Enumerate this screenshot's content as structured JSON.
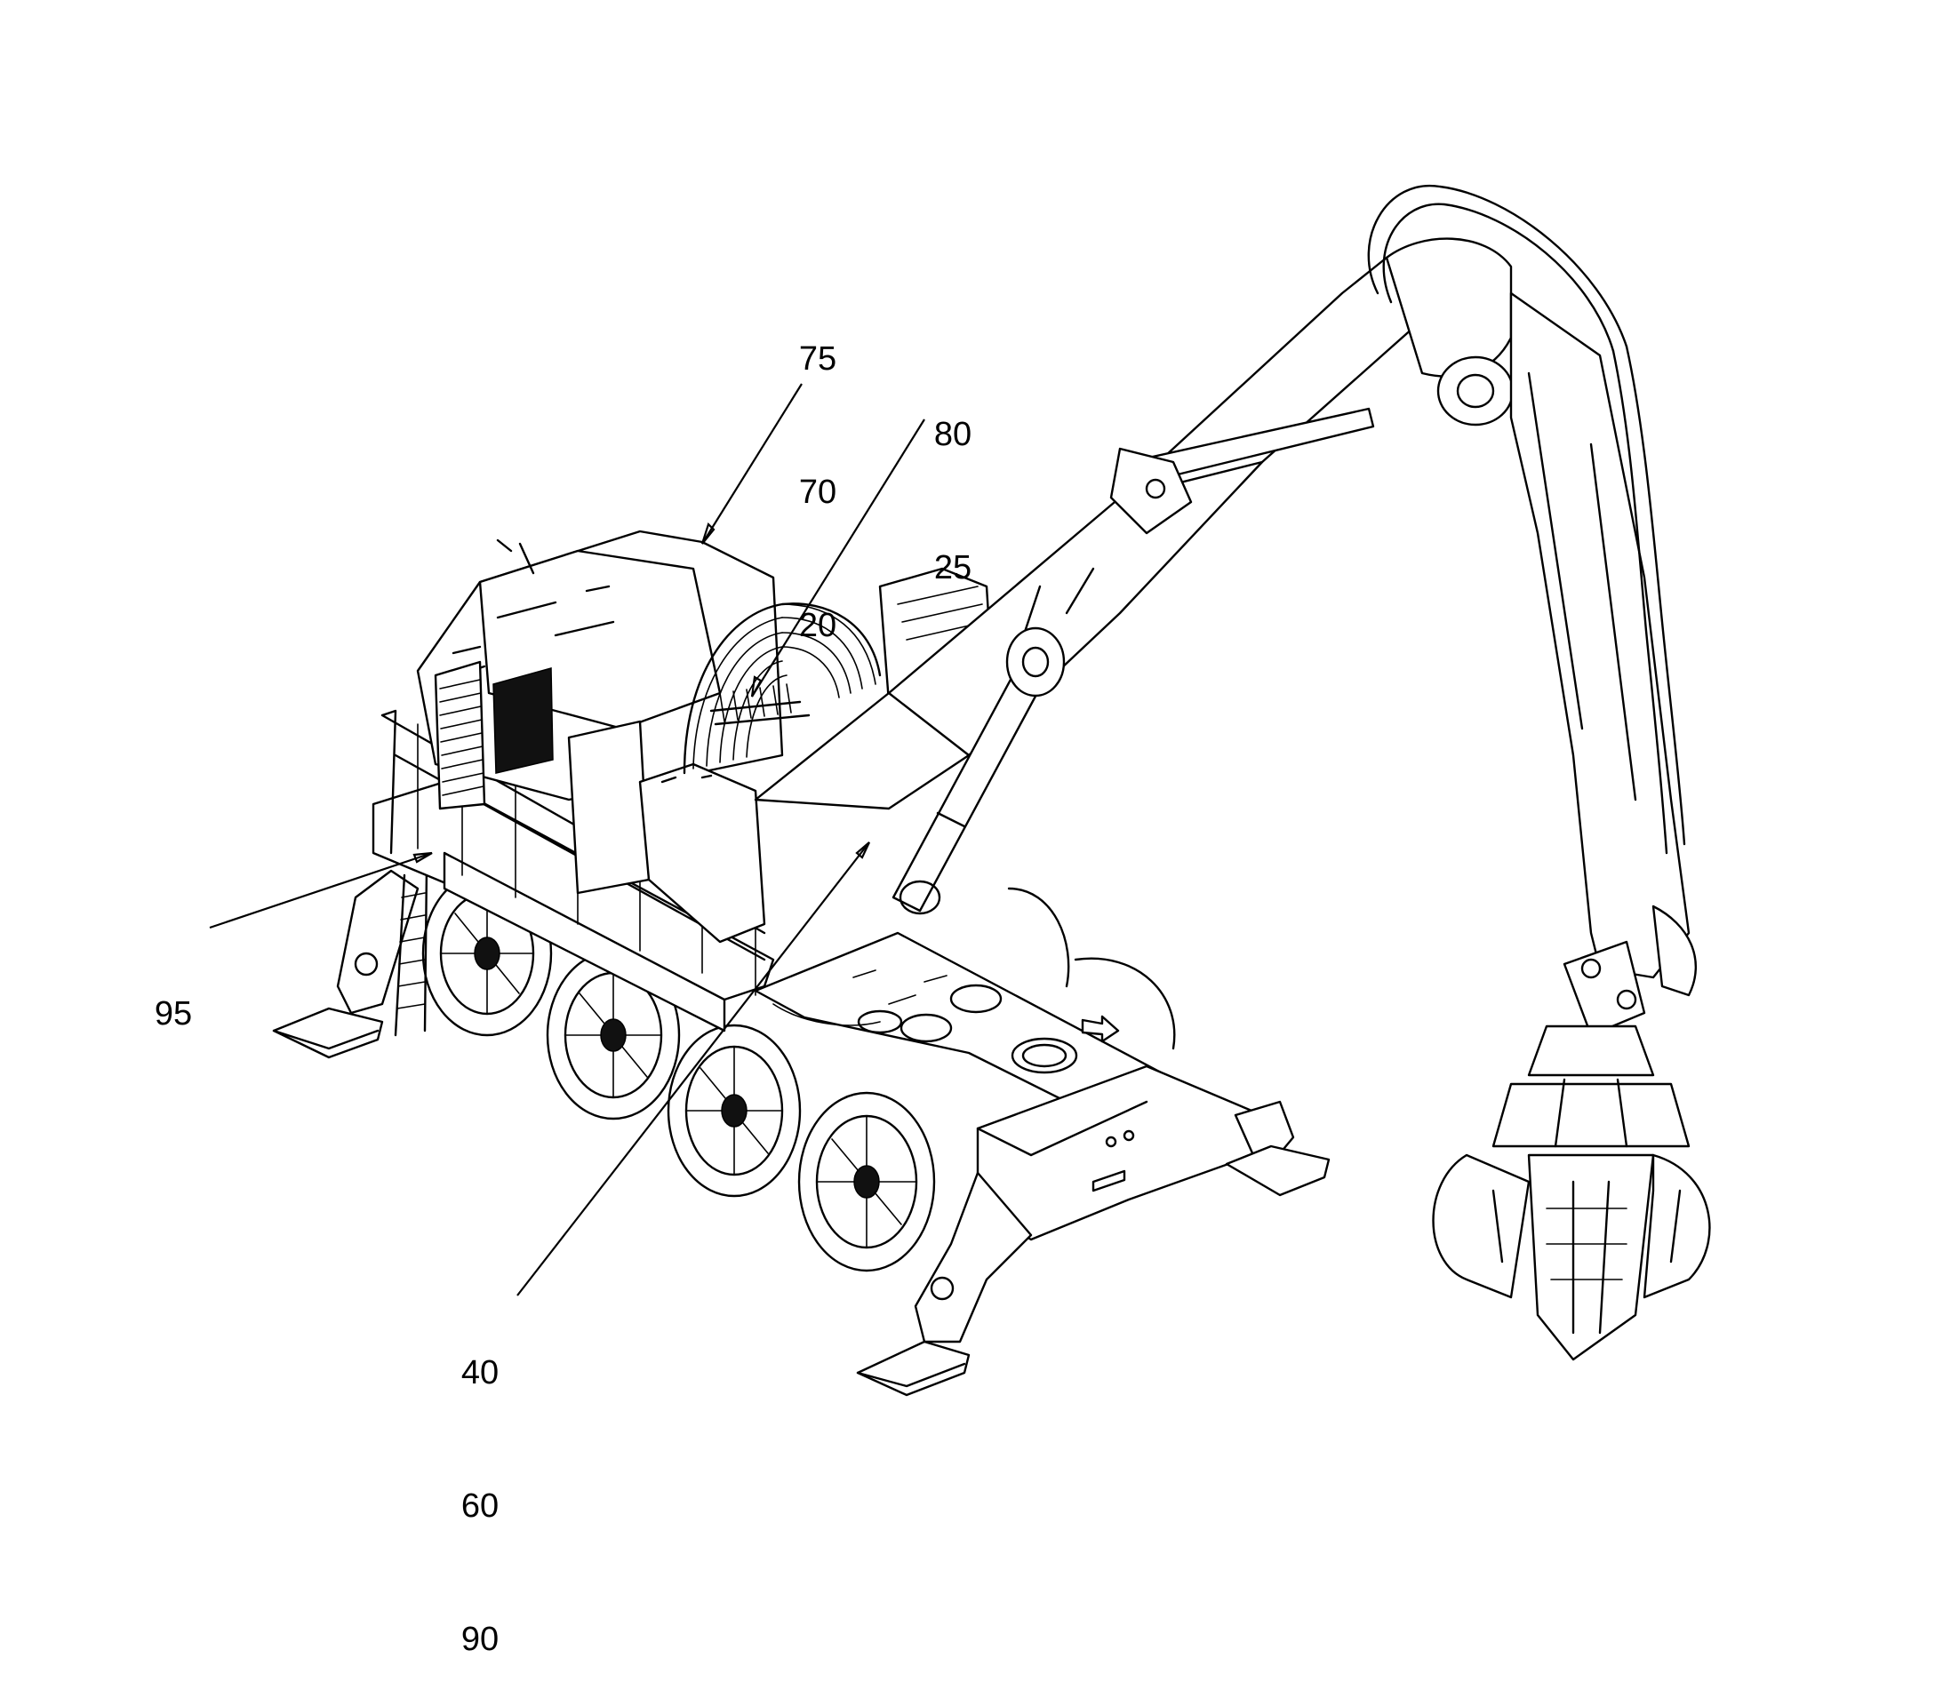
{
  "reference_labels": {
    "group_top_left": [
      "75",
      "70",
      "20"
    ],
    "group_top_right": [
      "80",
      "25"
    ],
    "left": [
      "95"
    ],
    "bottom": [
      "40",
      "60",
      "90"
    ]
  }
}
